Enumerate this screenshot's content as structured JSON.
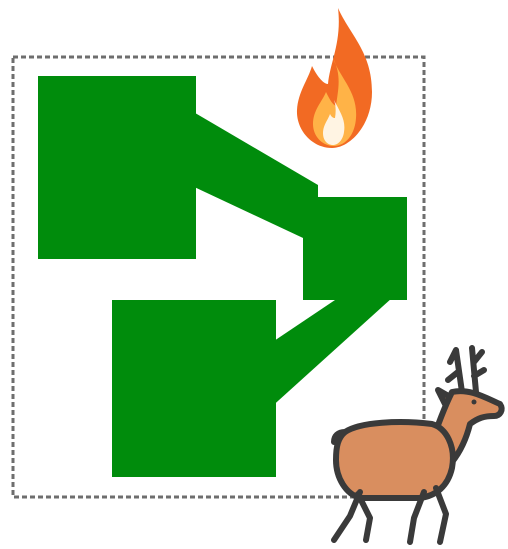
{
  "colors": {
    "background": "#ffffff",
    "node_fill": "#008c0c",
    "edge_fill": "#008c0c",
    "frame_stroke": "#6e6e6e",
    "flame_outer": "#f26a23",
    "flame_inner": "#ffb347",
    "deer_body": "#d98e5f",
    "deer_outline": "#3a3a3a"
  },
  "icons": {
    "flame": "fire-icon",
    "deer": "deer-icon"
  },
  "diagram": {
    "nodes": [
      {
        "id": "node-top-left"
      },
      {
        "id": "node-middle-right"
      },
      {
        "id": "node-bottom-left"
      }
    ],
    "edges": [
      {
        "from": "node-top-left",
        "to": "node-middle-right"
      },
      {
        "from": "node-bottom-left",
        "to": "node-middle-right"
      }
    ]
  }
}
